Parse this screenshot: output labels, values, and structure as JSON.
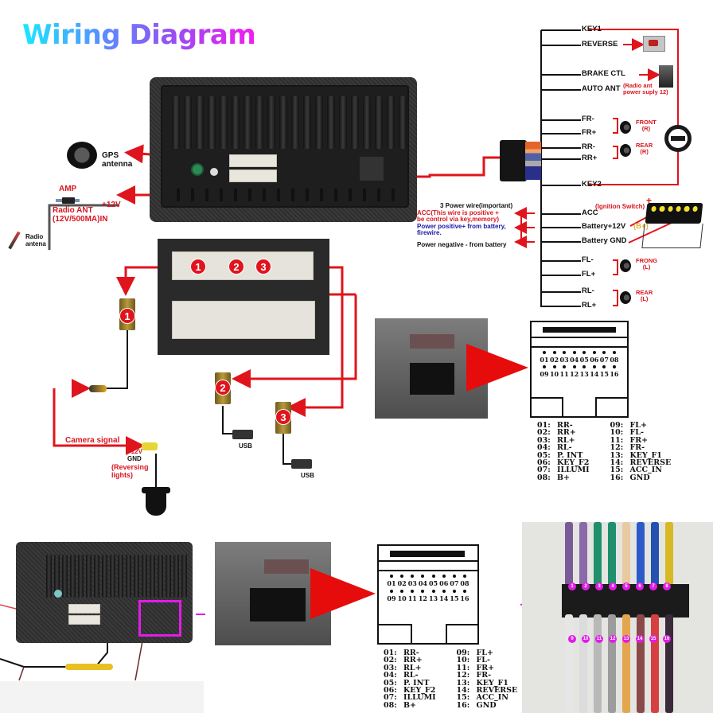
{
  "title": "Wiring Diagram",
  "top_left": {
    "gps_label": [
      "GPS",
      "antenna"
    ],
    "amp_label": "AMP",
    "plus12v_label": "+12V",
    "radio_ant_label": [
      "Radio ANT",
      "(12V/500MA)IN"
    ],
    "radio_antenna_label": [
      "Radio",
      "antena"
    ]
  },
  "harness": {
    "wires": [
      {
        "label": "KEY1"
      },
      {
        "label": "REVERSE"
      },
      {
        "label": "BRAKE CTL"
      },
      {
        "label": "AUTO ANT",
        "note": [
          "(Radio ant",
          "power suply 12)"
        ]
      },
      {
        "label": "FR-"
      },
      {
        "label": "FR+"
      },
      {
        "label": "RR-"
      },
      {
        "label": "RR+"
      },
      {
        "label": "KEY2"
      },
      {
        "label": "ACC"
      },
      {
        "label": "Battery+12V",
        "suffix": "(B+)"
      },
      {
        "label": "Battery GND"
      },
      {
        "label": "FL-"
      },
      {
        "label": "FL+"
      },
      {
        "label": "RL-"
      },
      {
        "label": "RL+"
      }
    ],
    "speakers": [
      {
        "name": "FRONT",
        "side": "(R)"
      },
      {
        "name": "REAR",
        "side": "(R)"
      },
      {
        "name": "FRONG",
        "side": "(L)"
      },
      {
        "name": "REAR",
        "side": "(L)"
      }
    ],
    "ignition_label": "(Ignition Switch)",
    "plus_sign": "+",
    "minus_sign": "-"
  },
  "power_notes": {
    "heading": "3 Power wire(important)",
    "acc": [
      "ACC(This wire is positive +",
      "be control via key,memory)"
    ],
    "positive": [
      "Power positive+ from battery,",
      "firewire."
    ],
    "negative": "Power negative - from battery"
  },
  "connectors": {
    "badges": [
      "1",
      "2",
      "3"
    ],
    "usb_label": "USB"
  },
  "camera": {
    "signal_label": "Camera signal",
    "plus12v": "+12V",
    "gnd": "GND",
    "reversing": [
      "(Reversing",
      "lights)"
    ]
  },
  "pinout": {
    "row1": [
      "01",
      "02",
      "03",
      "04",
      "05",
      "06",
      "07",
      "08"
    ],
    "row2": [
      "09",
      "10",
      "11",
      "12",
      "13",
      "14",
      "15",
      "16"
    ],
    "left": [
      {
        "num": "01:",
        "name": "RR-"
      },
      {
        "num": "02:",
        "name": "RR+"
      },
      {
        "num": "03:",
        "name": "RL+"
      },
      {
        "num": "04:",
        "name": "RL-"
      },
      {
        "num": "05:",
        "name": "P. INT"
      },
      {
        "num": "06:",
        "name": "KEY_F2"
      },
      {
        "num": "07:",
        "name": "ILLUMI"
      },
      {
        "num": "08:",
        "name": "B+"
      }
    ],
    "right": [
      {
        "num": "09:",
        "name": "FL+"
      },
      {
        "num": "10:",
        "name": "FL-"
      },
      {
        "num": "11:",
        "name": "FR+"
      },
      {
        "num": "12:",
        "name": "FR-"
      },
      {
        "num": "13:",
        "name": "KEY_F1"
      },
      {
        "num": "14:",
        "name": "REVERSE"
      },
      {
        "num": "15:",
        "name": "ACC_IN"
      },
      {
        "num": "16:",
        "name": "GND"
      }
    ]
  },
  "wire_photo": {
    "top_numbers": [
      "1",
      "2",
      "3",
      "4",
      "5",
      "6",
      "7",
      "8"
    ],
    "bottom_numbers": [
      "9",
      "10",
      "11",
      "12",
      "13",
      "14",
      "15",
      "16"
    ],
    "top_colors": [
      "#7a5a96",
      "#8a6aa8",
      "#1f8f6c",
      "#1f8f6c",
      "#e8c9a0",
      "#2b5bc8",
      "#2450b0",
      "#d8b824"
    ],
    "bottom_colors": [
      "#e6e6e6",
      "#dcdcdc",
      "#b9b9b9",
      "#9c9c9c",
      "#e3a64e",
      "#8a4a4a",
      "#d64040",
      "#3a2a3a"
    ]
  },
  "colors": {
    "accent_red": "#e0141c",
    "highlight_magenta": "#e21ce6",
    "title_gradient": [
      "#19e8ff",
      "#9a4cf2",
      "#f21cf0"
    ]
  }
}
